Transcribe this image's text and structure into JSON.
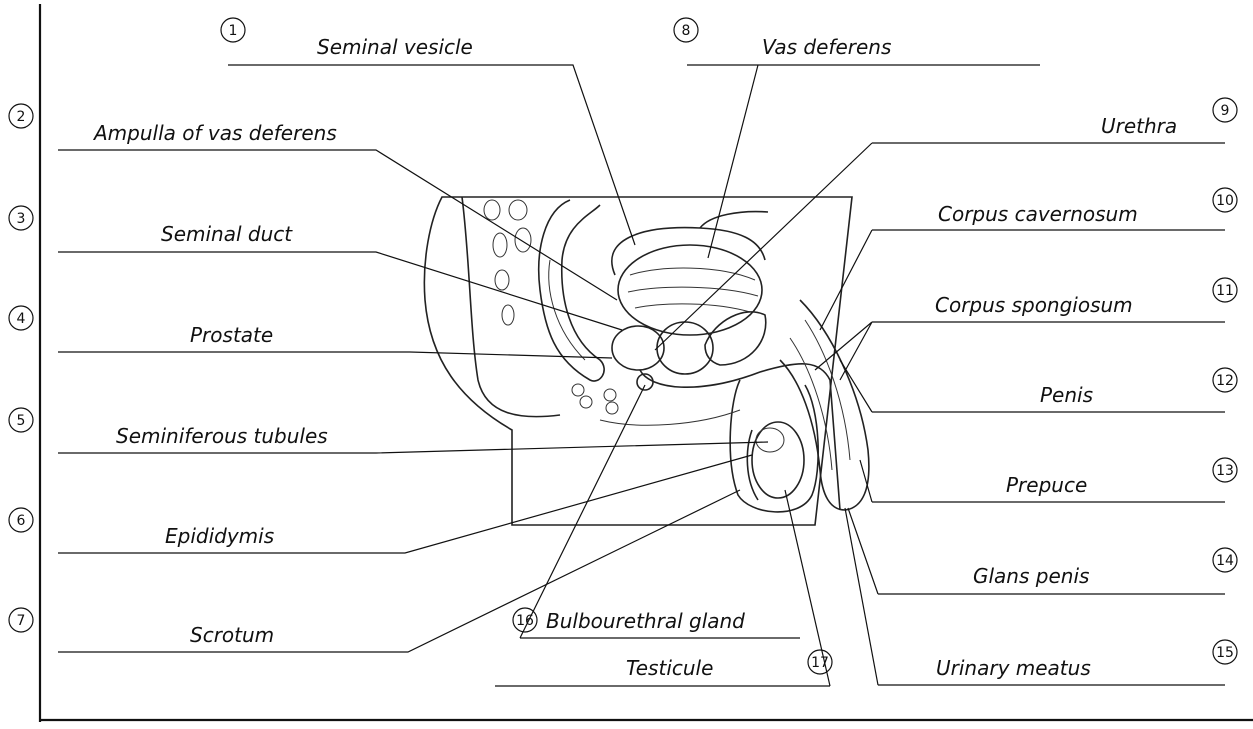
{
  "diagram": {
    "labels": [
      {
        "id": "seminal-vesicle",
        "text": "Seminal vesicle"
      },
      {
        "id": "vas-deferens",
        "text": "Vas deferens"
      },
      {
        "id": "ampulla",
        "text": "Ampulla of vas deferens"
      },
      {
        "id": "urethra",
        "text": "Urethra"
      },
      {
        "id": "seminal-duct",
        "text": "Seminal duct"
      },
      {
        "id": "corpus-cavernosum",
        "text": "Corpus cavernosum"
      },
      {
        "id": "corpus-spongiosum",
        "text": "Corpus spongiosum"
      },
      {
        "id": "prostate",
        "text": "Prostate"
      },
      {
        "id": "penis",
        "text": "Penis"
      },
      {
        "id": "seminiferous-tubules",
        "text": "Seminiferous tubules"
      },
      {
        "id": "prepuce",
        "text": "Prepuce"
      },
      {
        "id": "epididymis",
        "text": "Epididymis"
      },
      {
        "id": "glans-penis",
        "text": "Glans penis"
      },
      {
        "id": "scrotum",
        "text": "Scrotum"
      },
      {
        "id": "bulbourethral-gland",
        "text": "Bulbourethral gland"
      },
      {
        "id": "urinary-meatus",
        "text": "Urinary meatus"
      },
      {
        "id": "testicule",
        "text": "Testicule"
      }
    ],
    "numbers": [
      "1",
      "2",
      "3",
      "4",
      "5",
      "6",
      "7",
      "8",
      "9",
      "10",
      "11",
      "12",
      "13",
      "14",
      "15",
      "16",
      "17"
    ]
  }
}
